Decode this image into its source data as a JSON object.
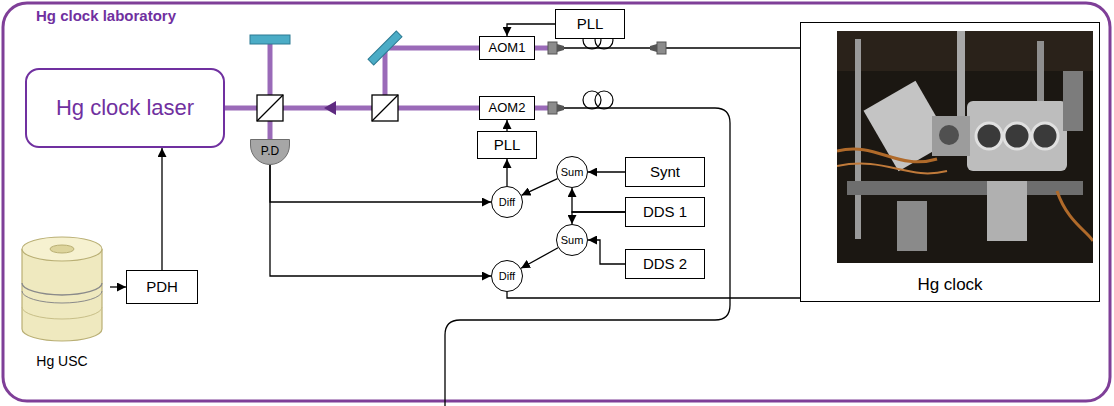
{
  "diagram": {
    "title": "Hg clock laboratory",
    "nodes": [
      {
        "text": [
          "PLL"
        ]
      },
      {
        "text": [
          "AOM1"
        ]
      },
      {
        "text": [
          "Hg clock laser"
        ]
      },
      {
        "text": [
          "AOM2"
        ]
      },
      {
        "text": [
          "Hg clock"
        ]
      },
      {
        "text": [
          "P.D"
        ]
      },
      {
        "text": [
          "PLL"
        ]
      },
      {
        "text": [
          "Sum"
        ]
      },
      {
        "text": [
          "Synt"
        ]
      },
      {
        "text": [
          "Diff"
        ]
      },
      {
        "text": [
          "DDS 1"
        ]
      },
      {
        "text": [
          "Sum"
        ]
      },
      {
        "text": [
          "DDS 2"
        ]
      },
      {
        "text": [
          "Diff"
        ]
      },
      {
        "text": [
          "PDH"
        ]
      },
      {
        "text": [
          "Hg USC"
        ]
      }
    ],
    "edges": [
      {
        "from": 0,
        "to": 1,
        "arrow": "to"
      },
      {
        "from": 1,
        "to": 4,
        "arrow": "none"
      },
      {
        "from": 2,
        "to": 3,
        "arrow": "none"
      },
      {
        "from": 6,
        "to": 3,
        "arrow": "to"
      },
      {
        "from": 9,
        "to": 6,
        "arrow": "to"
      },
      {
        "from": 5,
        "to": 9,
        "arrow": "to"
      },
      {
        "from": 5,
        "to": 13,
        "arrow": "to"
      },
      {
        "from": 8,
        "to": 7,
        "arrow": "to"
      },
      {
        "from": 10,
        "to": 7,
        "arrow": "to"
      },
      {
        "from": 10,
        "to": 11,
        "arrow": "to"
      },
      {
        "from": 7,
        "to": 9,
        "arrow": "to"
      },
      {
        "from": 12,
        "to": 11,
        "arrow": "to"
      },
      {
        "from": 11,
        "to": 13,
        "arrow": "to"
      },
      {
        "from": 13,
        "to": 4,
        "arrow": "none"
      },
      {
        "from": 15,
        "to": 14,
        "arrow": "to"
      },
      {
        "from": 14,
        "to": 2,
        "arrow": "to"
      }
    ]
  }
}
